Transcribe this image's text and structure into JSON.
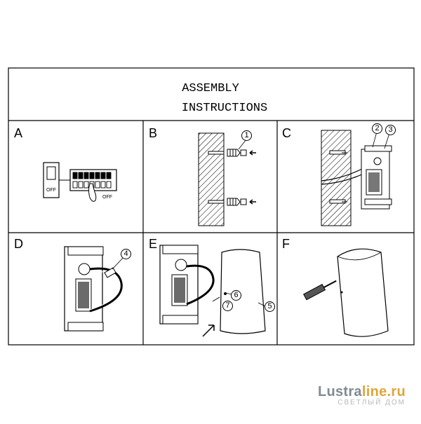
{
  "title": {
    "line1": "ASSEMBLY",
    "line2": "INSTRUCTIONS"
  },
  "panels": [
    {
      "label": "A"
    },
    {
      "label": "B"
    },
    {
      "label": "C"
    },
    {
      "label": "D"
    },
    {
      "label": "E"
    },
    {
      "label": "F"
    }
  ],
  "switch_labels": {
    "off_left": "OFF",
    "off_right": "OFF"
  },
  "callouts": {
    "c1": "1",
    "c2": "2",
    "c3": "3",
    "c4": "4",
    "c5": "5",
    "c6": "6",
    "c7": "7"
  },
  "watermark": {
    "brand_a": "Lustra",
    "brand_b": "line.ru",
    "tagline": "СВЕТЛЫЙ ДОМ",
    "accent_color": "#e0a53a",
    "brand_color": "#7f8a93"
  }
}
